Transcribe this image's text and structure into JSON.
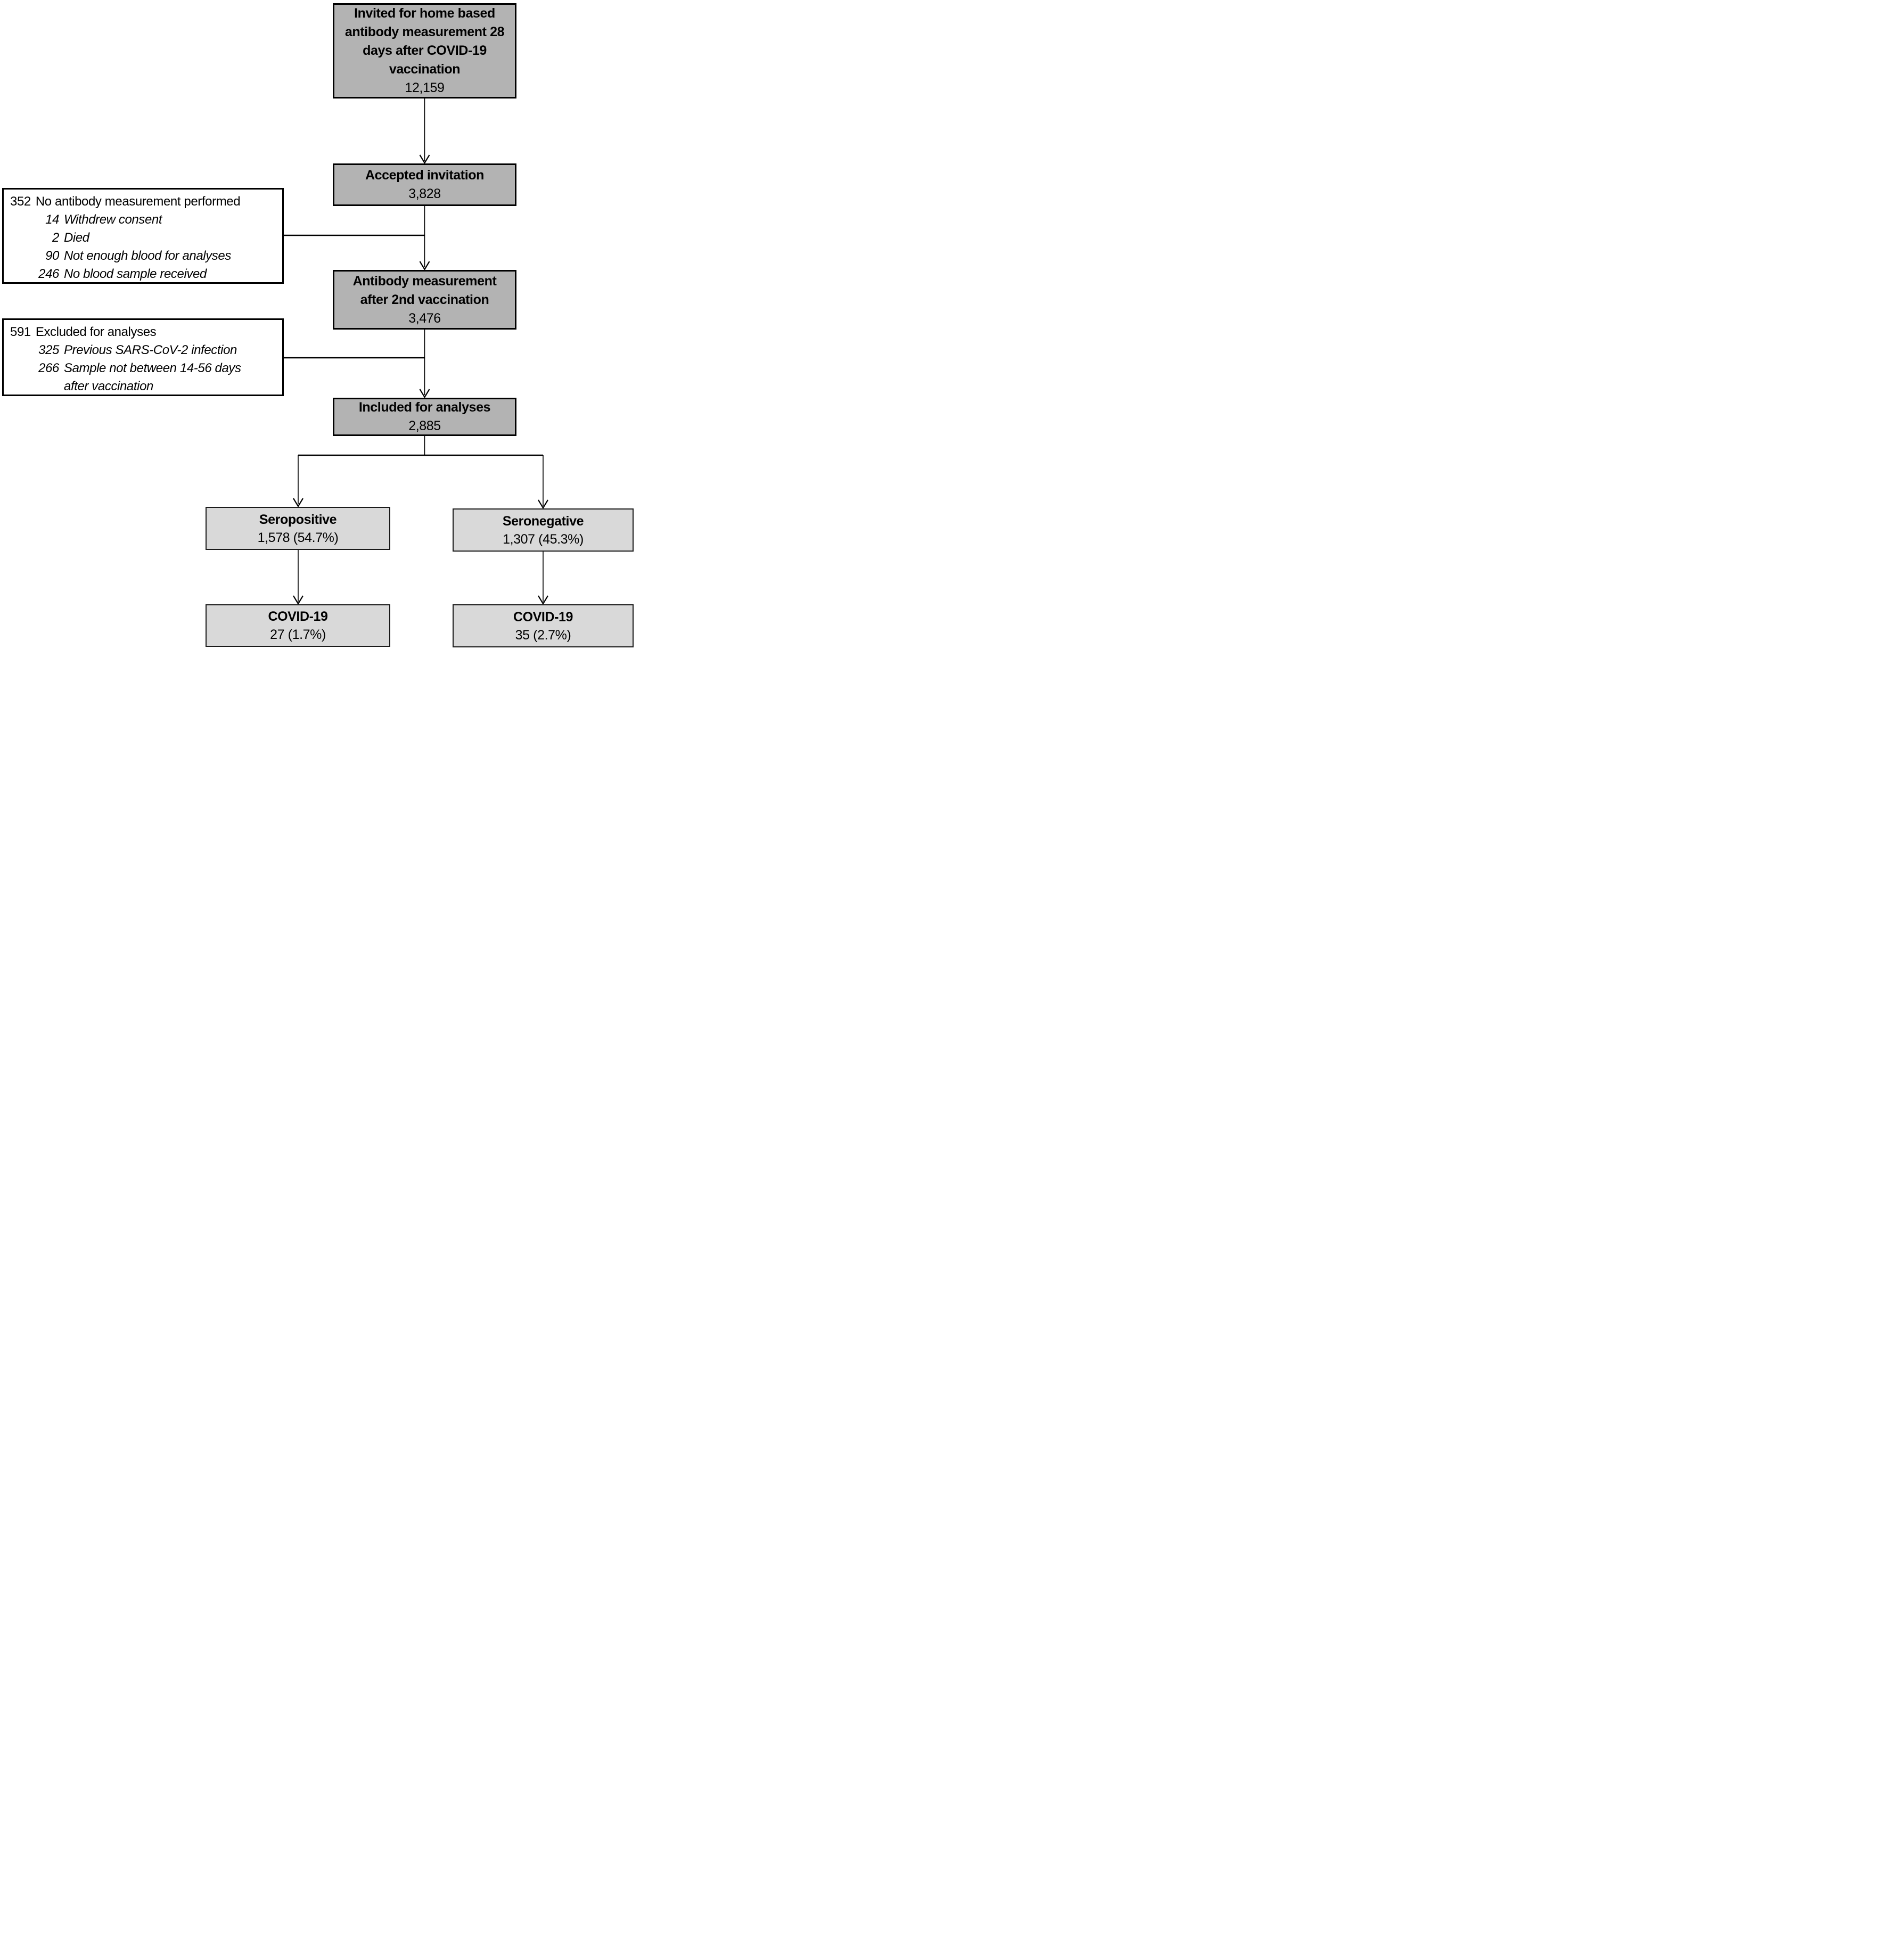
{
  "diagram": {
    "nodes": {
      "invited": {
        "title": "Invited for home based\nantibody measurement 28\ndays after COVID-19\nvaccination",
        "value": "12,159"
      },
      "accepted": {
        "title": "Accepted invitation",
        "value": "3,828"
      },
      "antibody": {
        "title": "Antibody measurement\nafter 2nd vaccination",
        "value": "3,476"
      },
      "included": {
        "title": "Included for analyses",
        "value": "2,885"
      },
      "seropositive": {
        "title": "Seropositive",
        "value": "1,578 (54.7%)"
      },
      "seronegative": {
        "title": "Seronegative",
        "value": "1,307 (45.3%)"
      },
      "covid_seropositive": {
        "title": "COVID-19",
        "value": "27 (1.7%)"
      },
      "covid_seronegative": {
        "title": "COVID-19",
        "value": "35 (2.7%)"
      }
    },
    "exclusions": [
      {
        "n": "352",
        "label": "No antibody measurement performed",
        "items": [
          {
            "n": "14",
            "label": "Withdrew consent"
          },
          {
            "n": "2",
            "label": "Died"
          },
          {
            "n": "90",
            "label": "Not enough blood for analyses"
          },
          {
            "n": "246",
            "label": "No blood sample received"
          }
        ]
      },
      {
        "n": "591",
        "label": "Excluded for analyses",
        "items": [
          {
            "n": "325",
            "label": "Previous SARS-CoV-2 infection"
          },
          {
            "n": "266",
            "label": "Sample not between 14-56 days\nafter vaccination"
          }
        ]
      }
    ],
    "colors": {
      "node_fill_dark": "#b3b3b3",
      "node_fill_light": "#d9d9d9",
      "exclusion_fill": "#ffffff",
      "line": "#000000"
    }
  }
}
